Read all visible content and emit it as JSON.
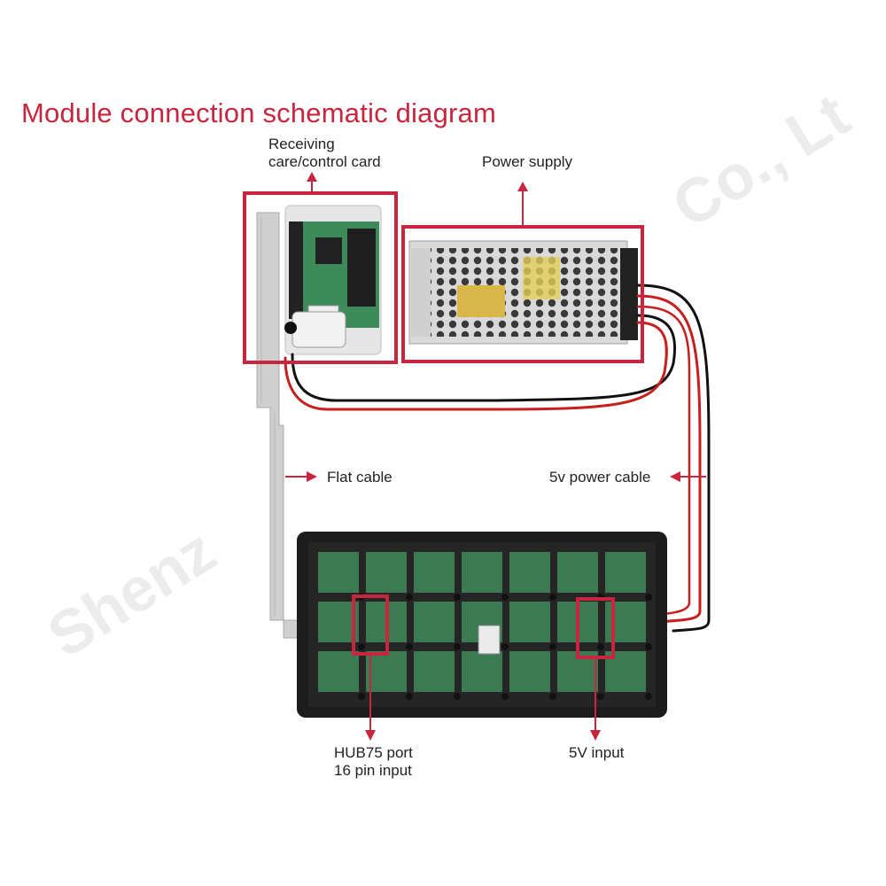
{
  "title": "Module connection schematic diagram",
  "labels": {
    "card_line1": "Receiving",
    "card_line2": "care/control card",
    "power_supply": "Power supply",
    "flat_cable": "Flat cable",
    "power_cable": "5v power cable",
    "hub_line1": "HUB75 port",
    "hub_line2": "16 pin input",
    "five_v_input": "5V input"
  },
  "watermark": {
    "left": "Shenz",
    "right": "Co., Lt"
  },
  "colors": {
    "accent": "#c8263e",
    "wire_red": "#c81e1e",
    "wire_black": "#111111",
    "pcb_green": "#3f8a5c",
    "module_dark": "#1d1d1d"
  }
}
